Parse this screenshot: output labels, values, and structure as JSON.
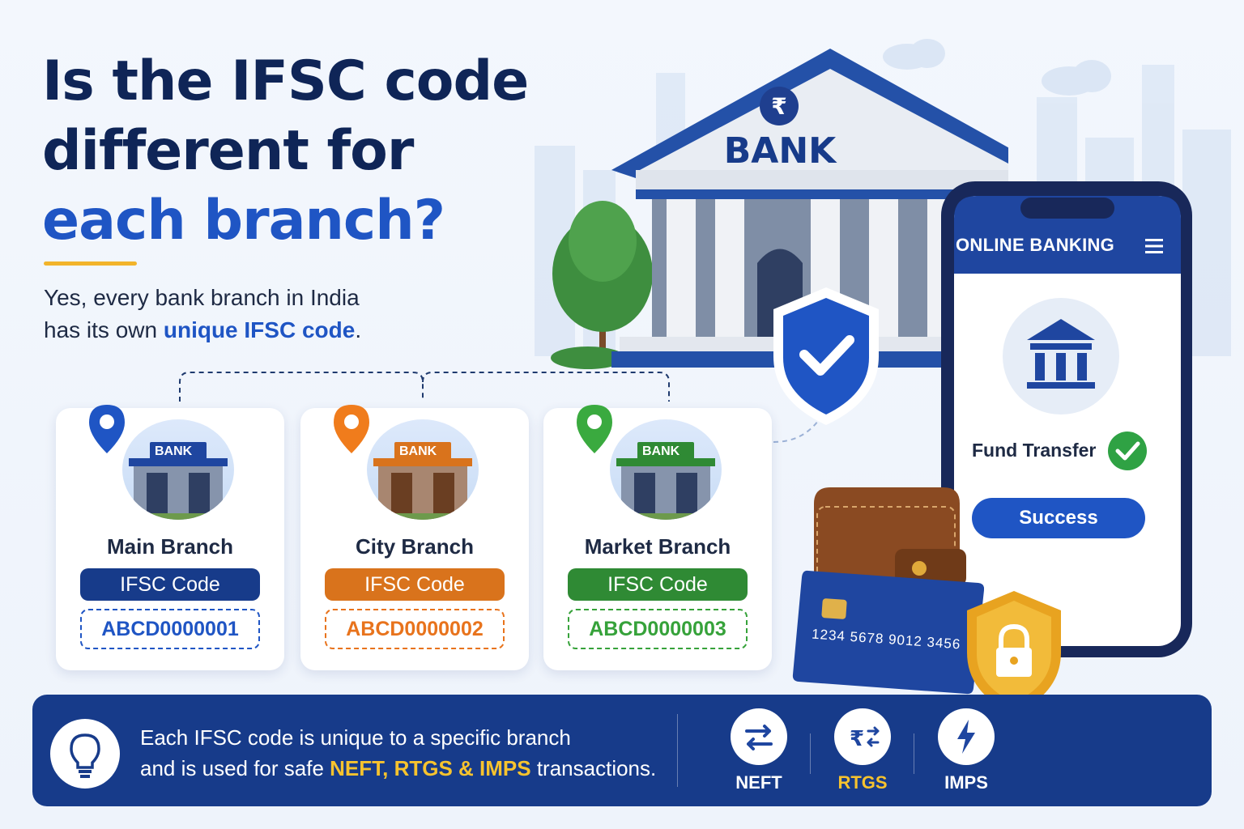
{
  "headline": {
    "line1": "Is the IFSC code",
    "line2": "different for",
    "line3": "each branch?"
  },
  "subtitle": {
    "line1": "Yes, every bank branch in India",
    "line2_prefix": "has its own ",
    "line2_highlight": "unique IFSC code",
    "line2_suffix": "."
  },
  "bank_building": {
    "sign": "BANK",
    "emblem": "₹"
  },
  "phone": {
    "header": "ONLINE BANKING",
    "menu_icon": "hamburger-menu-icon",
    "fund_transfer": "Fund Transfer",
    "success": "Success"
  },
  "credit_card": {
    "number": "1234 5678 9012 3456"
  },
  "branches": [
    {
      "name": "Main Branch",
      "sign": "BANK",
      "pill": "IFSC Code",
      "code": "ABCD0000001",
      "color": "#173b8a",
      "code_color": "#1f55c4",
      "pin_color": "#1f55c4"
    },
    {
      "name": "City Branch",
      "sign": "BANK",
      "pill": "IFSC Code",
      "code": "ABCD0000002",
      "color": "#d9731c",
      "code_color": "#e8731c",
      "pin_color": "#f07c1c"
    },
    {
      "name": "Market Branch",
      "sign": "BANK",
      "pill": "IFSC Code",
      "code": "ABCD0000003",
      "color": "#2f8a34",
      "code_color": "#36a23a",
      "pin_color": "#3aaa3f"
    }
  ],
  "banner": {
    "line1": "Each IFSC code is unique to a specific branch",
    "line2_prefix": "and is used for safe ",
    "line2_highlight": "NEFT, RTGS & IMPS",
    "line2_suffix": " transactions.",
    "icons": [
      {
        "label": "NEFT",
        "icon": "transfer-arrows-icon",
        "label_color": "#ffffff"
      },
      {
        "label": "RTGS",
        "icon": "rupee-transfer-icon",
        "label_color": "#f7c32e"
      },
      {
        "label": "IMPS",
        "icon": "lightning-icon",
        "label_color": "#ffffff"
      }
    ]
  },
  "colors": {
    "navy": "#0f2557",
    "blue": "#1f55c4",
    "gold": "#f2b42a",
    "banner": "#173b8a"
  }
}
